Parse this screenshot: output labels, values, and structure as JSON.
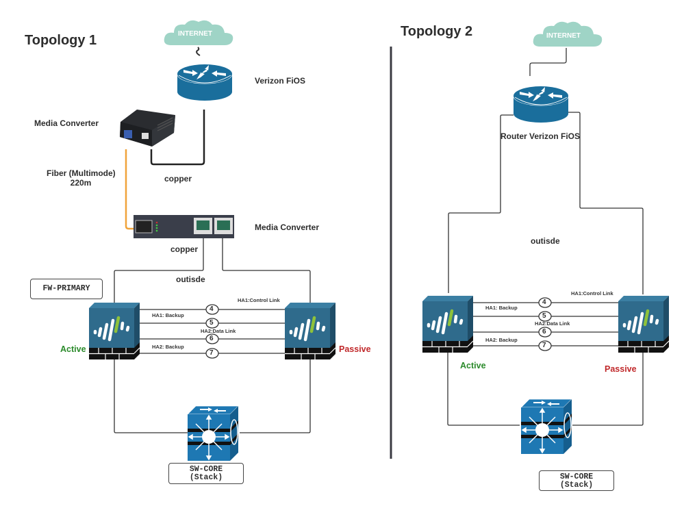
{
  "topology1": {
    "title": "Topology 1",
    "internet_label": "INTERNET",
    "router_label": "Verizon FiOS",
    "media_converter_top_label": "Media Converter",
    "fiber_label_line1": "Fiber (Multimode)",
    "fiber_label_line2": "220m",
    "copper_label_top": "copper",
    "media_converter_bottom_label": "Media Converter",
    "copper_label_bottom": "copper",
    "outside_label": "outisde",
    "fw_box_label": "FW-PRIMARY",
    "active_label": "Active",
    "passive_label": "Passive",
    "ha_links": [
      {
        "number": "4",
        "label": "HA1:Control Link"
      },
      {
        "number": "5",
        "label": "HA1: Backup"
      },
      {
        "number": "6",
        "label": "HA2:Data Link"
      },
      {
        "number": "7",
        "label": "HA2: Backup"
      }
    ],
    "core_label_line1": "SW-CORE",
    "core_label_line2": "(Stack)"
  },
  "topology2": {
    "title": "Topology 2",
    "internet_label": "INTERNET",
    "router_label": "Router Verizon FiOS",
    "outside_label": "outisde",
    "active_label": "Active",
    "passive_label": "Passive",
    "ha_links": [
      {
        "number": "4",
        "label": "HA1:Control Link"
      },
      {
        "number": "5",
        "label": "HA1: Backup"
      },
      {
        "number": "6",
        "label": "HA2:Data Link"
      },
      {
        "number": "7",
        "label": "HA2: Backup"
      }
    ],
    "core_label_line1": "SW-CORE",
    "core_label_line2": "(Stack)"
  },
  "colors": {
    "cloud": "#9fd4c6",
    "device_blue": "#1a6e9c",
    "firewall_blue": "#2f6b8c",
    "fiber": "#f0a33a",
    "active": "#2a8a2a",
    "passive": "#c0282a"
  }
}
